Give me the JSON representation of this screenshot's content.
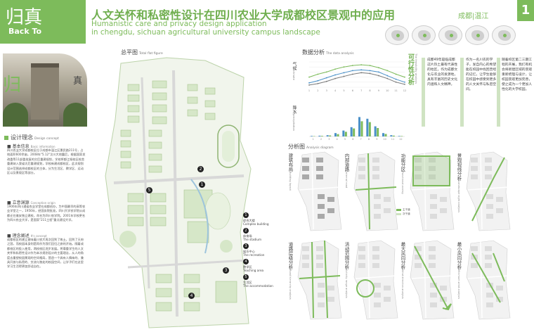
{
  "header": {
    "back_zh": "归真",
    "back_en": "Back To",
    "title_zh": "人文关怀和私密性设计在四川农业大学成都校区景观中的应用",
    "title_en_line1": "Humanistic care and privacy design application",
    "title_en_line2": "in chengdu, sichuan agricultural university campus landscape",
    "location": "成都|温江",
    "page_number": "1"
  },
  "left": {
    "hero_zh1": "归",
    "hero_zh2": "真",
    "design_concept": {
      "zh": "设计理念",
      "en": "Design concept"
    },
    "basic_info": {
      "zh": "基本信息",
      "en": "Basic information"
    },
    "basic_text": "四川农业大学成都校区位于成都市温江区惠民路211号，占地面积600余亩，2008年\"5.12\"汶川大地震后，根据国家发改委等11部委批复的灾后重建规划，学校将都江堰校区校舍重建纳入我省灾后重建规划，学校新建成都校区，此次规划设计范围选择成都校区的主体，分为生活区、教学区、运动区以及景观区等部分。",
    "concept_source": {
      "zh": "立意渊源",
      "en": "Conception origin"
    },
    "concept_text": "1906年四川通省农业学堂在成都创办，为中国最早的高等农业学堂之一，1956年，经国务院批准，四川大学农学院从成都迁往雅安独立建校，命名为四川农学院。2001年学校更名为四川农业大学，是国家\"211工程\"重点建设大学。",
    "concept_brief": {
      "zh": "理念阐述",
      "en": "It's concept"
    },
    "brief_text": "成都校区的建立意味着川农大再次回到了故土，回到了天府之国，而校园本身则是再作为我们回归之旅的开始。随着成都校区的投入使用，两校校区逐步发展。将尊重学生的人文关怀和私密性设计作为本次规划设计的主要理念，从人的角度去重塑校园景观的空间格局，营造一个具有人情味的、兼具开放与私密的、交流与独处的校园空间，让学子们在这里学习生活得更加舒适自在。"
  },
  "plan": {
    "title_zh": "总平图",
    "title_en": "Total flat figure",
    "legend": [
      {
        "num": "1",
        "label": "综合大楼",
        "en": "Complex building"
      },
      {
        "num": "2",
        "label": "体育场",
        "en": "The stadium"
      },
      {
        "num": "3",
        "label": "娱乐中心",
        "en": "The recreation"
      },
      {
        "num": "4",
        "label": "教学区",
        "en": "Teaching area"
      },
      {
        "num": "5",
        "label": "生活区",
        "en": "The accommodation"
      }
    ]
  },
  "data": {
    "title_zh": "数据分析",
    "title_en": "The data analysis",
    "chart1_label": "气候",
    "chart1_label_en": "climate",
    "chart2_label": "降水",
    "chart2_label_en": "precipitation"
  },
  "chart_data": [
    {
      "type": "line",
      "categories": [
        "1",
        "2",
        "3",
        "4",
        "5",
        "6",
        "7",
        "8",
        "9",
        "10",
        "11",
        "12"
      ],
      "series": [
        {
          "values": [
            14,
            18,
            21,
            25,
            28,
            30,
            31,
            30,
            27,
            23,
            18,
            14
          ]
        },
        {
          "values": [
            6,
            9,
            13,
            17,
            20,
            23,
            24,
            23,
            21,
            16,
            11,
            7
          ]
        },
        {
          "values": [
            3,
            5,
            8,
            12,
            15,
            18,
            20,
            19,
            16,
            12,
            7,
            4
          ]
        }
      ],
      "ylim": [
        0,
        35
      ]
    },
    {
      "type": "bar",
      "categories": [
        "1",
        "2",
        "3",
        "4",
        "5",
        "6",
        "7",
        "8",
        "9",
        "10",
        "11",
        "12"
      ],
      "series": [
        {
          "values": [
            6,
            9,
            15,
            40,
            70,
            110,
            230,
            210,
            120,
            40,
            15,
            6
          ]
        },
        {
          "values": [
            4,
            7,
            12,
            28,
            55,
            95,
            180,
            170,
            100,
            30,
            10,
            5
          ]
        }
      ],
      "ylim": [
        0,
        250
      ]
    }
  ],
  "feasibility": {
    "title_zh": "可行性分析",
    "title_en": "The feasibility analysis",
    "col1": "成都49年是临成都这片热土最有代表性的地区，作为成都文化与农业的发源地，具有丰富的历史文化内涵和人文精神。",
    "col2": "作为一名川农的学子，发自内心的希望能在校园中找回曾经的记忆，让学生能够在校园中感受到更多的人文关怀与私密空间。",
    "col3": "随着校区第二三期工程的开展，我们有机会将新建区域的景观重新梳理与设计，让校园景观更加完善，使之成为一个更加人性化的大学校园。"
  },
  "analysis": {
    "title_zh": "分析图",
    "title_en": "Analysis diagram",
    "diagrams": [
      {
        "zh": "建筑布局",
        "en": "Building layout"
      },
      {
        "zh": "内部道路",
        "en": "Internal road"
      },
      {
        "zh": "功能分区",
        "en": "Functional zoning"
      },
      {
        "zh": "景观视线分析",
        "en": "Landscape sight analysis"
      },
      {
        "zh": "道路层级分析",
        "en": "Road hierarchy analysis"
      },
      {
        "zh": "活动范围分析",
        "en": "Activity range analysis"
      },
      {
        "zh": "最大风向分析",
        "en": "Wind direction analysis"
      },
      {
        "zh": "最小风向分析",
        "en": "Minimum wind analysis"
      }
    ],
    "legend_main_road": "主干道",
    "legend_secondary_road": "次干道"
  },
  "colors": {
    "accent": "#7dbb5b",
    "accent_dark": "#6fae4e",
    "light_green": "#cfe3c2"
  }
}
